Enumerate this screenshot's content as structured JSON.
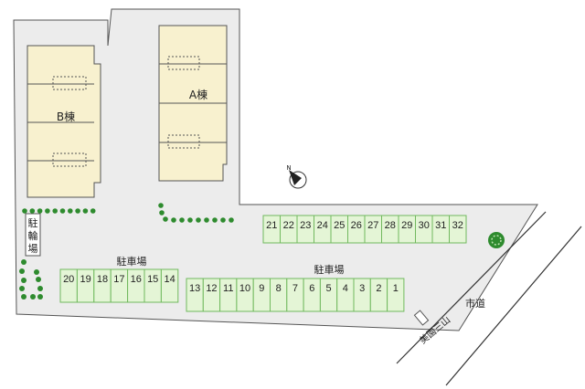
{
  "colors": {
    "ground": "#ececec",
    "building": "#f8f1cf",
    "stall": "#e4f5d6",
    "stall_border": "#71b95e",
    "tree": "#2e8b2e",
    "outline": "#555555"
  },
  "buildings": {
    "a": {
      "label": "A棟"
    },
    "b": {
      "label": "B棟"
    }
  },
  "labels": {
    "bicycle_parking": [
      "駐",
      "輪",
      "場"
    ],
    "parking_left": "駐車場",
    "parking_right": "駐車場",
    "city_road": "市道",
    "road_name": "美園三山"
  },
  "compass": {
    "icon": "north-arrow-icon",
    "letter": "N"
  },
  "parking": {
    "top_row": [
      "21",
      "22",
      "23",
      "24",
      "25",
      "26",
      "27",
      "28",
      "29",
      "30",
      "31",
      "32"
    ],
    "left_row": [
      "20",
      "19",
      "18",
      "17",
      "16",
      "15",
      "14"
    ],
    "right_row": [
      "13",
      "12",
      "11",
      "10",
      "9",
      "8",
      "7",
      "6",
      "5",
      "4",
      "3",
      "2",
      "1"
    ]
  },
  "trees": {
    "big_tree_icon": "tree-icon"
  }
}
